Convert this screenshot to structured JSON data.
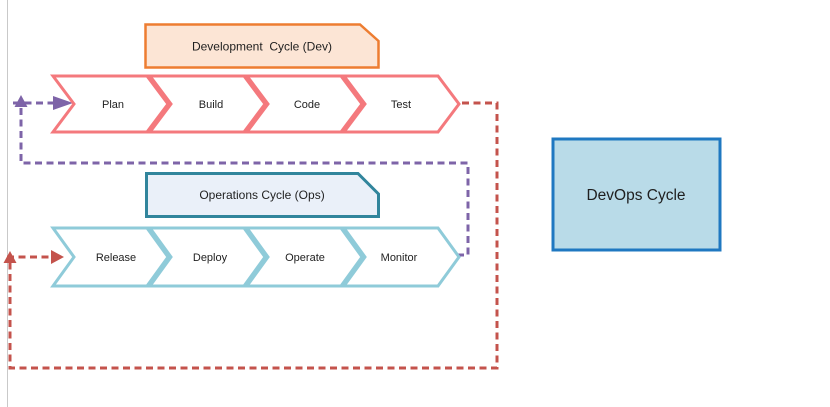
{
  "canvas": {
    "page_edge_color": "#c9c9c9",
    "background": "#ffffff"
  },
  "dev_cycle": {
    "title": "Development  Cycle (Dev)",
    "title_border": "#ED7D31",
    "title_fill": "#FCE5D5",
    "chevron_stroke": "#F4797D",
    "chevron_fill": "#FFFFFF",
    "steps": [
      "Plan",
      "Build",
      "Code",
      "Test"
    ]
  },
  "ops_cycle": {
    "title": "Operations Cycle (Ops)",
    "title_border": "#31859C",
    "title_fill": "#EAF0F9",
    "chevron_stroke": "#8FCBD9",
    "chevron_fill": "#FFFFFF",
    "steps": [
      "Release",
      "Deploy",
      "Operate",
      "Monitor"
    ]
  },
  "devops_box": {
    "label": "DevOps Cycle",
    "border": "#1F78C1",
    "fill": "#B9DBE8",
    "text_color": "#1F78C1"
  },
  "connectors": {
    "test_to_release": {
      "color": "#C4534C"
    },
    "monitor_to_plan": {
      "color": "#7E64A8"
    }
  }
}
